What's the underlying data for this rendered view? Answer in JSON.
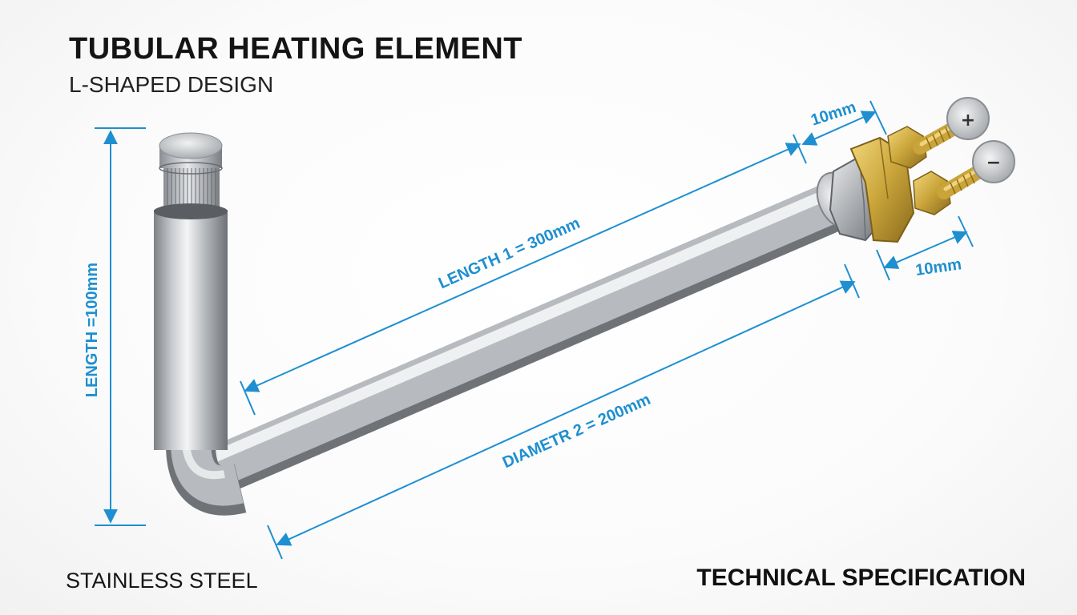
{
  "header": {
    "title": "TUBULAR HEATING ELEMENT",
    "subtitle": "L-SHAPED DESIGN"
  },
  "footer": {
    "material": "STAINLESS STEEL",
    "spec": "TECHNICAL SPECIFICATION"
  },
  "dimensions": {
    "vertical_length": "LENGTH =100mm",
    "length_1": "LENGTH 1 = 300mm",
    "diameter_2": "DIAMETR 2 = 200mm",
    "terminal_top": "10mm",
    "terminal_bottom": "10mm"
  },
  "terminals": {
    "positive": "+",
    "negative": "−"
  },
  "colors": {
    "dimension_blue": "#1e8fd0",
    "steel": "#b9bcc0",
    "brass": "#c9a43a"
  }
}
